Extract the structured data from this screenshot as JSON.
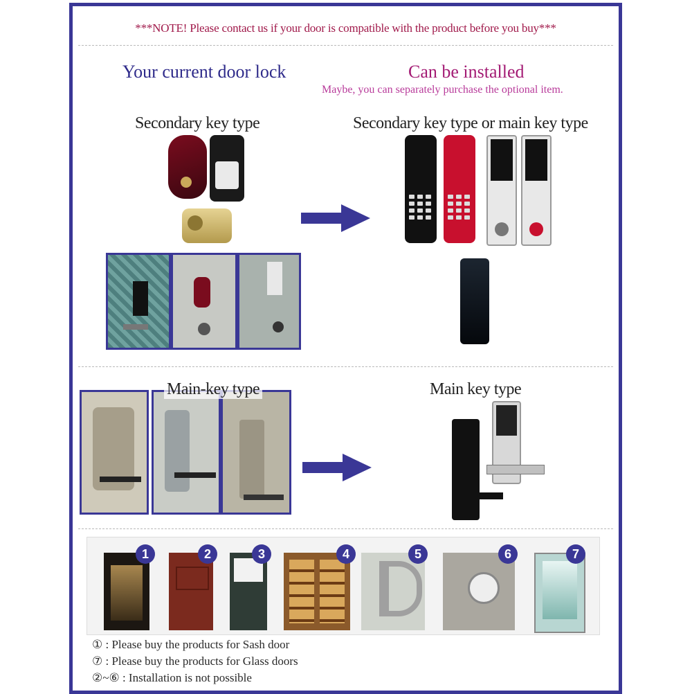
{
  "note": "***NOTE! Please contact us if your door is compatible with the product before you buy***",
  "left_header": "Your current door lock",
  "right_header": "Can be installed",
  "right_subheader": "Maybe, you can separately purchase the optional item.",
  "secondary_left_label": "Secondary key type",
  "secondary_right_label": "Secondary key type or main key type",
  "main_left_label": "Main-key type",
  "main_right_label": "Main key type",
  "door_types": [
    {
      "number": "1"
    },
    {
      "number": "2"
    },
    {
      "number": "3"
    },
    {
      "number": "4"
    },
    {
      "number": "5"
    },
    {
      "number": "6"
    },
    {
      "number": "7"
    }
  ],
  "legend": [
    {
      "marker": "①",
      "text": ": Please buy the products for Sash door"
    },
    {
      "marker": "⑦",
      "text": ": Please buy the products for Glass doors"
    },
    {
      "marker": "②~⑥",
      "text": ": Installation is not possible"
    }
  ],
  "colors": {
    "frame": "#3a3796",
    "note": "#a0194a",
    "left_header": "#2e2a8a",
    "right_header": "#a31b74",
    "arrow": "#3a3796"
  }
}
